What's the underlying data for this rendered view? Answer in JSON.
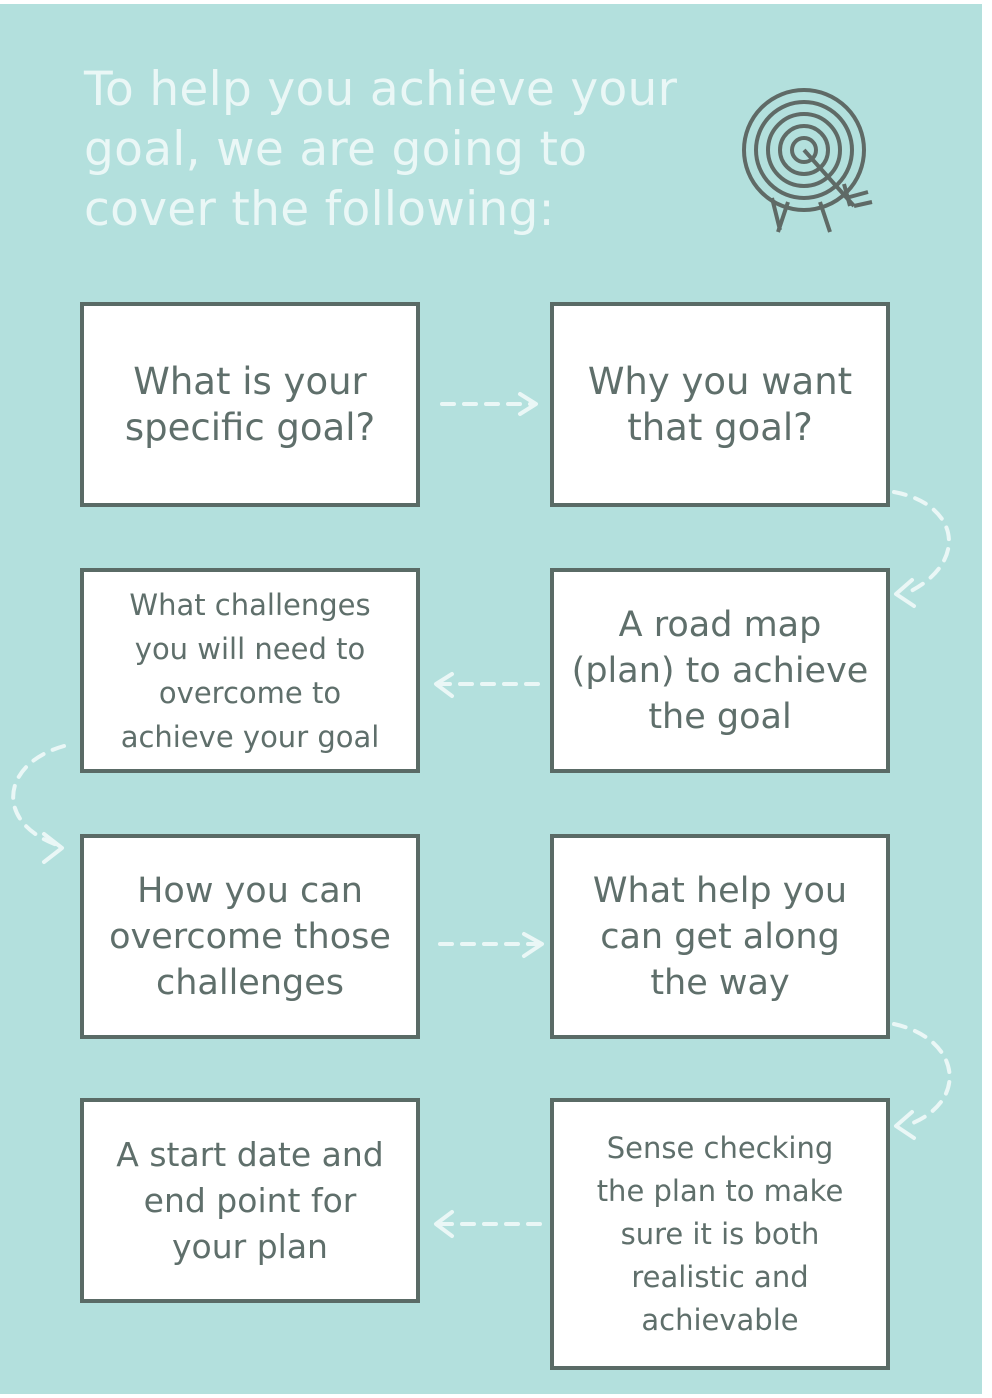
{
  "colors": {
    "background": "#b3e0dd",
    "heading": "#eaf7f6",
    "box_fill": "#ffffff",
    "box_border": "#5a6b66",
    "text": "#5f6f6b",
    "arrow": "#eaf7f6",
    "icon": "#5f6a66"
  },
  "heading": {
    "lines": [
      "To help you achieve your",
      "goal, we are going to",
      "cover the following:"
    ]
  },
  "icon": "target-with-arrow-icon",
  "steps": [
    {
      "lines": [
        "What is your",
        "specific goal?"
      ]
    },
    {
      "lines": [
        "Why you want",
        "that goal?"
      ]
    },
    {
      "lines": [
        "What challenges",
        "you will need to",
        "overcome to",
        "achieve your goal"
      ]
    },
    {
      "lines": [
        "A road map",
        "(plan) to achieve",
        "the goal"
      ]
    },
    {
      "lines": [
        "How you can",
        "overcome those",
        "challenges"
      ]
    },
    {
      "lines": [
        "What help you",
        "can get along",
        "the way"
      ]
    },
    {
      "lines": [
        "A start date and",
        "end point for",
        "your plan"
      ]
    },
    {
      "lines": [
        "Sense checking",
        "the plan to make",
        "sure it is both",
        "realistic and",
        "achievable"
      ]
    }
  ]
}
